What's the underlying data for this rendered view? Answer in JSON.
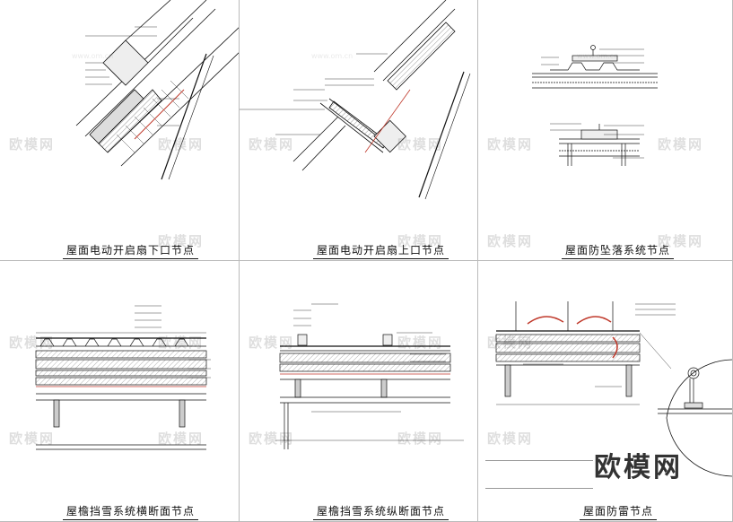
{
  "sheet": {
    "watermark_text": "欧模网",
    "watermark_url": "www.om.cn",
    "brand_logo": "欧模网"
  },
  "panels": [
    {
      "id": "p1",
      "title": "屋面电动开启扇下口节点"
    },
    {
      "id": "p2",
      "title": "屋面电动开启扇上口节点"
    },
    {
      "id": "p3",
      "title": "屋面防坠落系统节点"
    },
    {
      "id": "p4",
      "title": "屋檐挡雪系统横断面节点"
    },
    {
      "id": "p5",
      "title": "屋檐挡雪系统纵断面节点"
    },
    {
      "id": "p6",
      "title": "屋面防雷节点"
    }
  ],
  "colors": {
    "line": "#111111",
    "accent_red": "#c0392b",
    "hatch": "#555555"
  }
}
